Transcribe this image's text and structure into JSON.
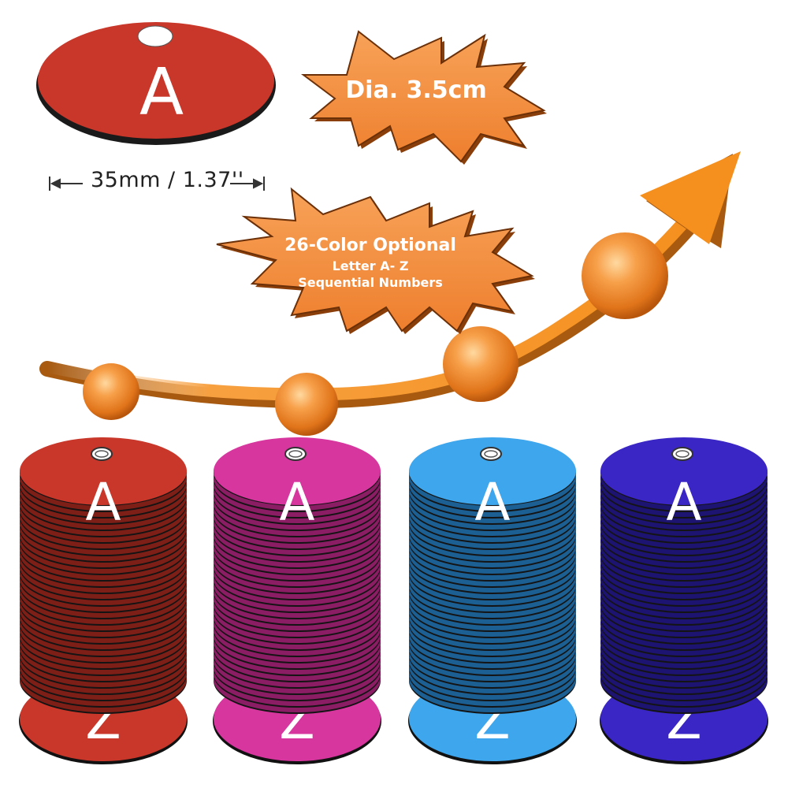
{
  "hero_tag": {
    "color": "#c8372a",
    "letter": "A"
  },
  "dimension_label": "35mm / 1.37''",
  "burst_diameter": {
    "text": "Dia. 3.5cm",
    "fill": "#f08a3a"
  },
  "burst_options": {
    "line1": "26-Color Optional",
    "line2": "Letter A- Z",
    "line3": "Sequential Numbers",
    "fill": "#f08a3a"
  },
  "arrow_color": "#f5901e",
  "stacks": [
    {
      "name": "red",
      "color": "#c8372a",
      "dark": "#7e1f17",
      "top_letter": "A",
      "bottom_letter": "Z"
    },
    {
      "name": "magenta",
      "color": "#d6369e",
      "dark": "#8a1d63",
      "top_letter": "A",
      "bottom_letter": "Z"
    },
    {
      "name": "sky",
      "color": "#3ea6ec",
      "dark": "#1c5f92",
      "top_letter": "A",
      "bottom_letter": "Z"
    },
    {
      "name": "blue",
      "color": "#3a26c4",
      "dark": "#1d1370",
      "top_letter": "A",
      "bottom_letter": "Z"
    }
  ]
}
